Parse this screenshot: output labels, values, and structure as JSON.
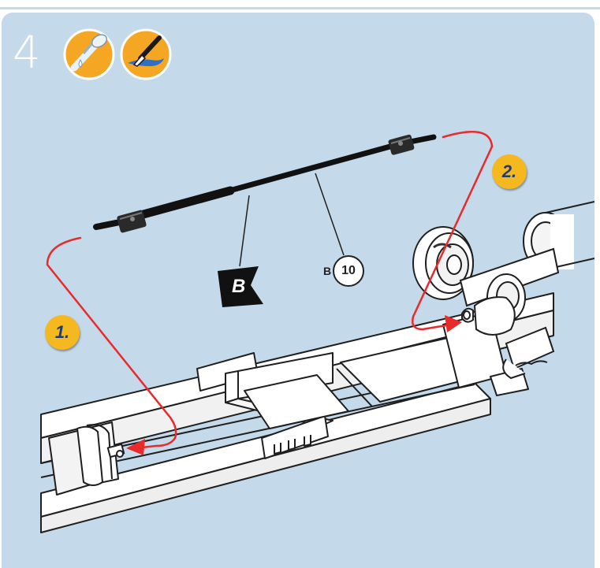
{
  "step": {
    "number": "4"
  },
  "icons": [
    {
      "name": "glue-drop-icon",
      "meaning": "apply glue"
    },
    {
      "name": "paint-brush-icon",
      "meaning": "paint"
    }
  ],
  "callouts": {
    "bag_label": "B",
    "part_bag": "B",
    "part_number": "10"
  },
  "substeps": [
    "1.",
    "2."
  ],
  "colors": {
    "panel": "#c4d9ea",
    "badge": "#f5b81f",
    "badge_text": "#1f3c73",
    "arrow": "#e82a2a",
    "icon_orange": "#f5a623"
  }
}
